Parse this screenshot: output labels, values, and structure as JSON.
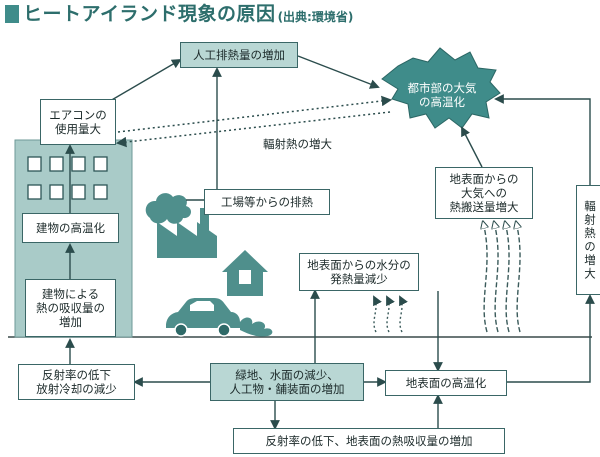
{
  "title": {
    "main": "ヒートアイランド現象の原因",
    "source": "(出典:環境省)"
  },
  "nodes": {
    "exhaust_increase": "人工排熱量の増加",
    "urban_heating": "都市部の大気\nの高温化",
    "aircon_use": "エアコンの\n使用量大",
    "radiation_heat_increase": "輻射熱の増大",
    "factory_exhaust": "工場等からの排熱",
    "building_heating": "建物の高温化",
    "building_absorption": "建物による\n熱の吸収量の\n増加",
    "surface_to_air": "地表面からの\n大気への\n熱搬送量増大",
    "radiation_heat_vertical": "輻射熱の増大",
    "water_evaporation_decrease": "地表面からの水分の\n発熱量減少",
    "reflectance_decrease_cooling": "反射率の低下\n放射冷却の減少",
    "green_water_decrease": "緑地、水面の減少、\n人工物・舗装面の増加",
    "surface_heating": "地表面の高温化",
    "reflectance_absorption_increase": "反射率の低下、地表面の熱吸収量の増加"
  },
  "colors": {
    "box_border": "#3a6666",
    "teal_fill": "#b9d7d4",
    "building": "#a9cbc8",
    "cloud": "#3f8c8a",
    "arrow": "#2b4c4c",
    "illustration": "#4f8f8c"
  }
}
